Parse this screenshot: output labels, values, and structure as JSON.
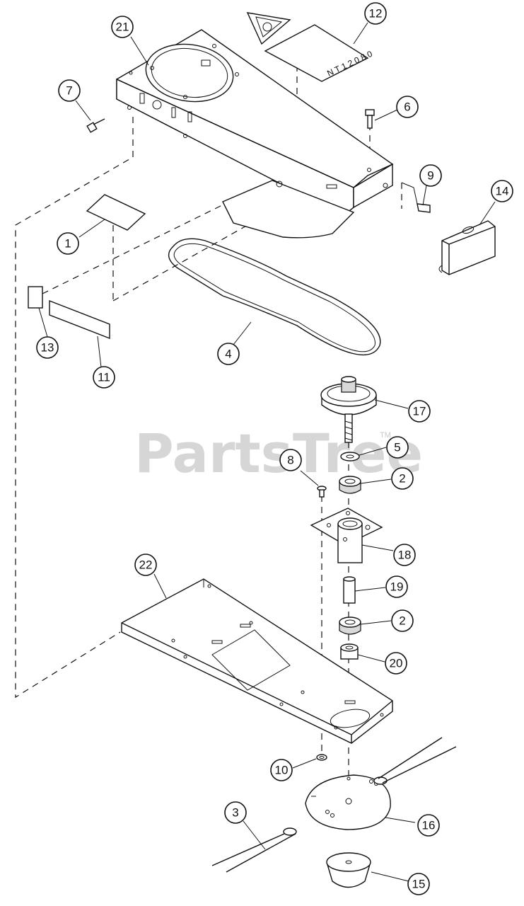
{
  "diagram": {
    "watermark": "PartsTree",
    "watermark_mark": "TM",
    "callouts": [
      "21",
      "12",
      "7",
      "6",
      "9",
      "14",
      "1",
      "13",
      "11",
      "4",
      "17",
      "5",
      "8",
      "2",
      "18",
      "22",
      "19",
      "2",
      "20",
      "10",
      "3",
      "16",
      "15"
    ]
  }
}
